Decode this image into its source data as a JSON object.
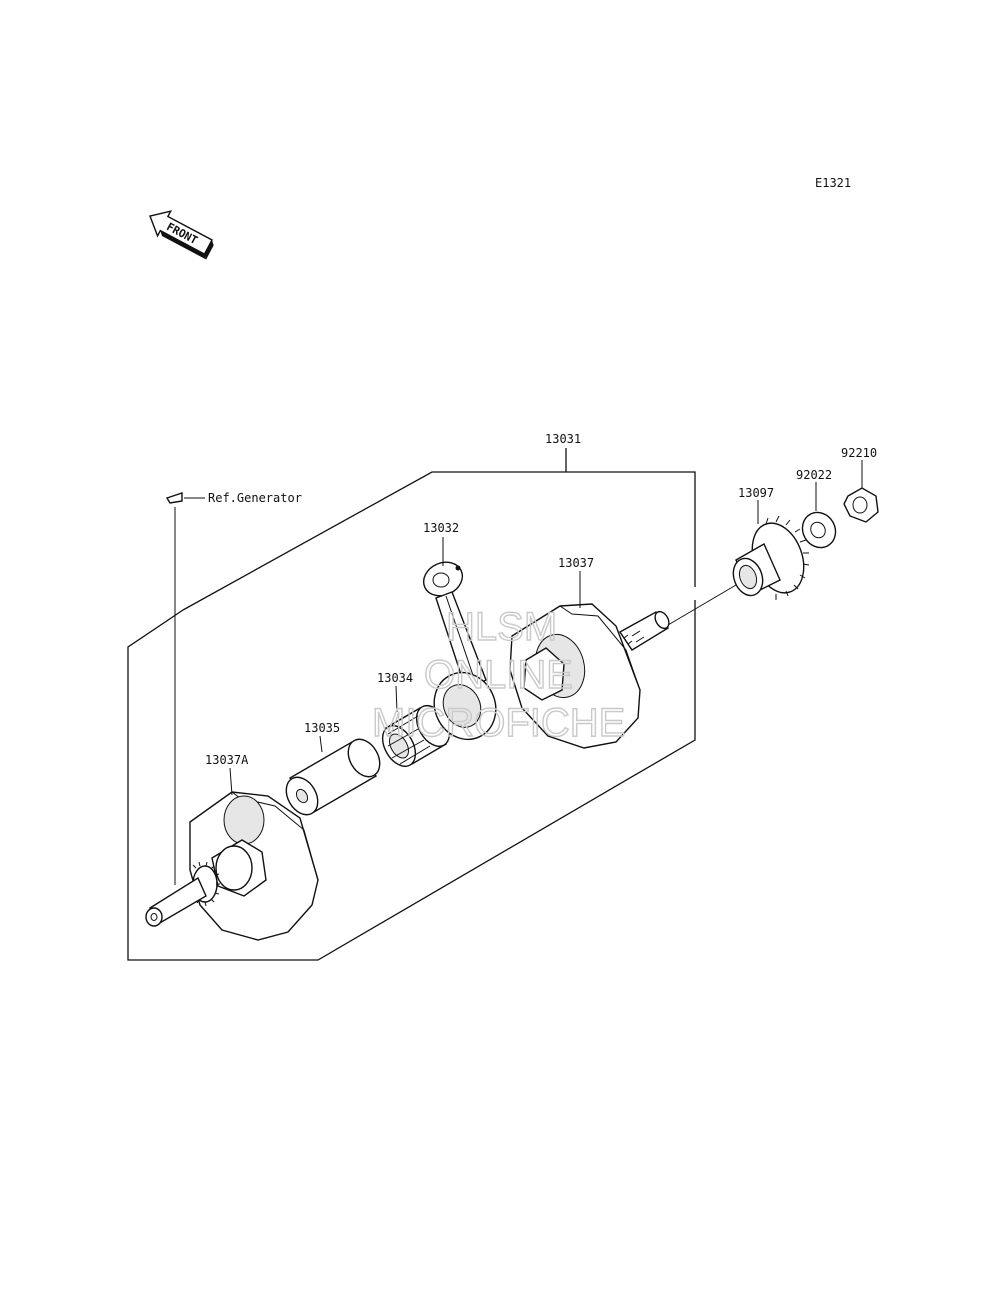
{
  "diagram_code": "E1321",
  "front_label": "FRONT",
  "ref_generator": "Ref.Generator",
  "parts": {
    "p13031": "13031",
    "p13032": "13032",
    "p13037": "13037",
    "p13034": "13034",
    "p13035": "13035",
    "p13037A": "13037A",
    "p13097": "13097",
    "p92022": "92022",
    "p92210": "92210"
  },
  "watermark": {
    "line1": "HLSM",
    "line2": "ONLINE",
    "line3": "MICROFICHE"
  }
}
